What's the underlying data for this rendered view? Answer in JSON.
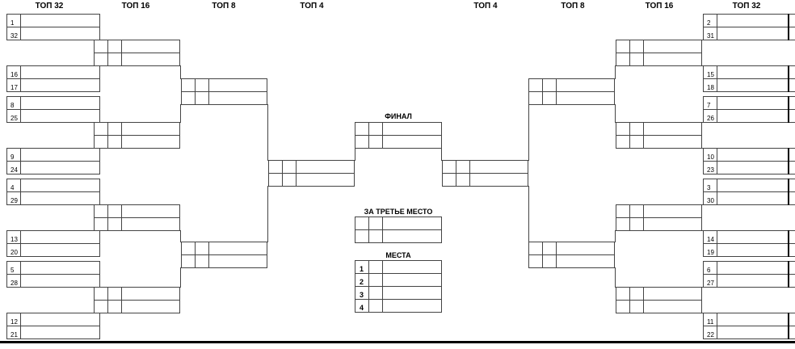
{
  "headers": {
    "left_top32": "ТОП 32",
    "left_top16": "ТОП 16",
    "left_top8": "ТОП 8",
    "left_top4": "ТОП 4",
    "right_top4": "ТОП 4",
    "right_top8": "ТОП 8",
    "right_top16": "ТОП 16",
    "right_top32": "ТОП 32"
  },
  "labels": {
    "final": "ФИНАЛ",
    "third_place": "ЗА ТРЕТЬЕ МЕСТО",
    "places": "МЕСТА"
  },
  "left_seeds": [
    "1",
    "32",
    "16",
    "17",
    "8",
    "25",
    "9",
    "24",
    "4",
    "29",
    "13",
    "20",
    "5",
    "28",
    "12",
    "21"
  ],
  "right_seeds": [
    "2",
    "31",
    "15",
    "18",
    "7",
    "26",
    "10",
    "23",
    "3",
    "30",
    "14",
    "19",
    "6",
    "27",
    "11",
    "22"
  ],
  "places": [
    "1",
    "2",
    "3",
    "4"
  ]
}
